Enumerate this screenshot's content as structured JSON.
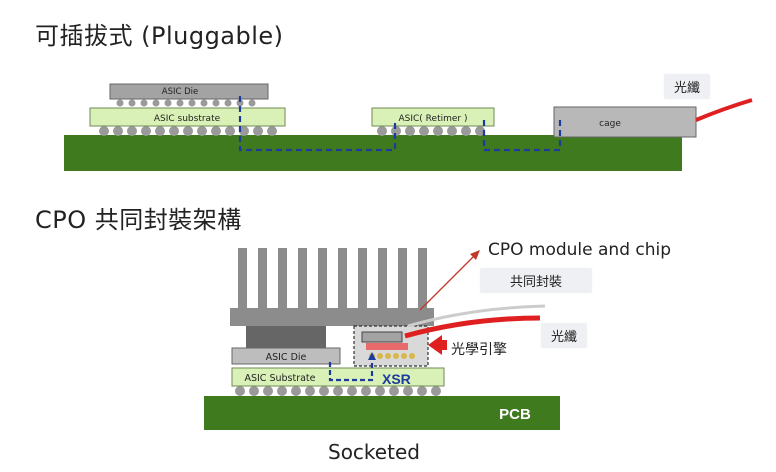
{
  "top": {
    "title": "可插拔式 (Pluggable)",
    "asic_die": "ASIC Die",
    "asic_substrate": "ASIC substrate",
    "retimer": "ASIC( Retimer )",
    "cage": "cage",
    "fiber": "光纖"
  },
  "bottom": {
    "title": "CPO 共同封裝架構",
    "cpo_module_label": "CPO module and chip",
    "cpo_package_tag": "共同封裝",
    "fiber": "光纖",
    "optical_engine": "光學引擎",
    "asic_die": "ASIC Die",
    "asic_substrate": "ASIC Substrate",
    "xsr": "XSR",
    "pcb": "PCB",
    "caption": "Socketed"
  },
  "colors": {
    "pcb_green": "#3f7a1f",
    "substrate_green": "#d9f1b6",
    "trace_blue": "#1c3b9c",
    "fiber_red": "#e02020",
    "die_gray": "#a3a3a3"
  }
}
